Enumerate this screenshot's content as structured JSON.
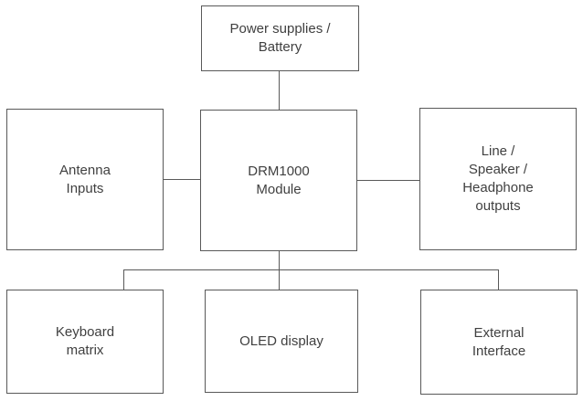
{
  "diagram": {
    "type": "block-diagram",
    "colors": {
      "line": "#595959",
      "text": "#404040",
      "background": "#ffffff"
    },
    "nodes": {
      "power": {
        "label": "Power supplies /\nBattery"
      },
      "antenna": {
        "label": "Antenna\nInputs"
      },
      "drm": {
        "label": "DRM1000\nModule"
      },
      "outputs": {
        "label": "Line /\nSpeaker /\nHeadphone\noutputs"
      },
      "keyboard": {
        "label": "Keyboard\nmatrix"
      },
      "oled": {
        "label": "OLED display"
      },
      "external": {
        "label": "External\nInterface"
      }
    },
    "edges": [
      {
        "from": "power",
        "to": "drm"
      },
      {
        "from": "antenna",
        "to": "drm"
      },
      {
        "from": "drm",
        "to": "outputs"
      },
      {
        "from": "drm",
        "to": "keyboard"
      },
      {
        "from": "drm",
        "to": "oled"
      },
      {
        "from": "drm",
        "to": "external"
      }
    ]
  }
}
